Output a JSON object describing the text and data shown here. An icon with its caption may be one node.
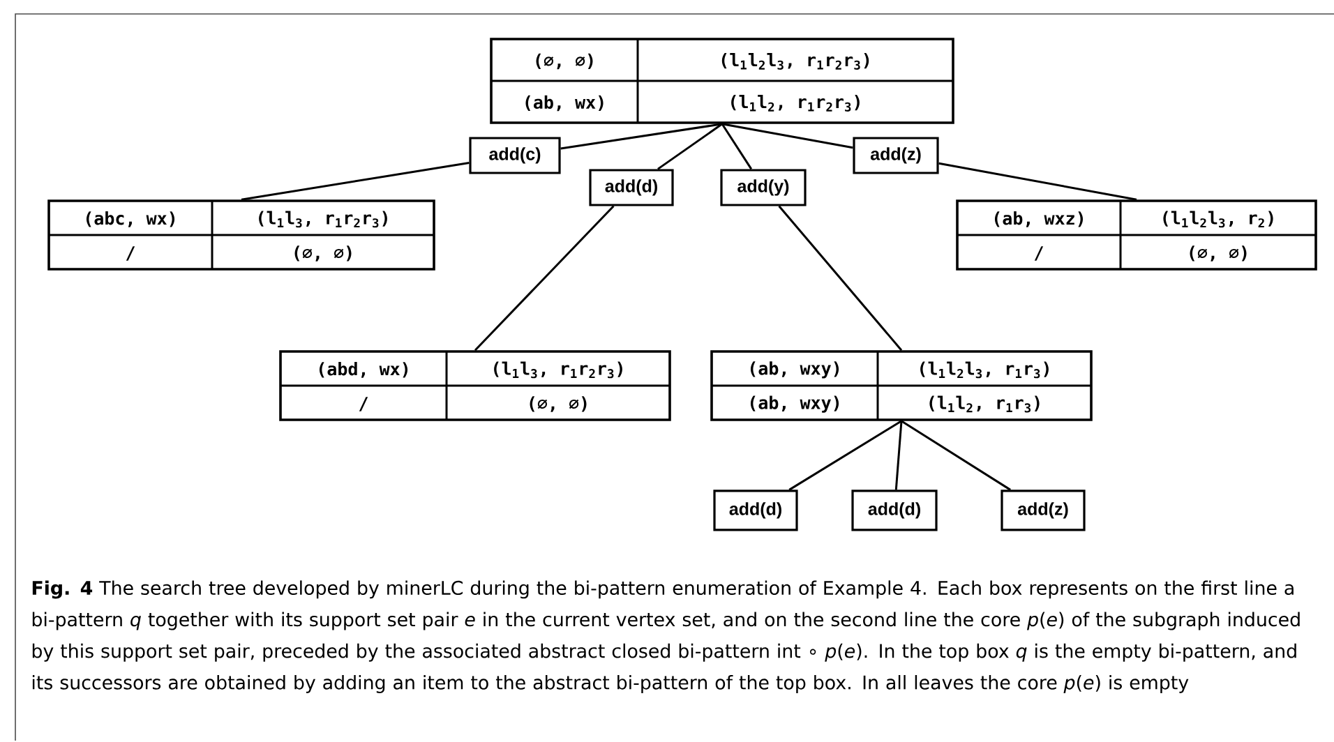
{
  "diagram": {
    "nodes": [
      {
        "text": [
          "(∅, ∅)",
          "(l$_{1}$l$_{2}$l$_{3}$, r$_{1}$r$_{2}$r$_{3}$)",
          "(ab, wx)",
          "(l$_{1}$l$_{2}$, r$_{1}$r$_{2}$r$_{3}$)"
        ]
      },
      {
        "text": [
          "add(c)"
        ]
      },
      {
        "text": [
          "(abc, wx)",
          "(l$_{1}$l$_{3}$, r$_{1}$r$_{2}$r$_{3}$)",
          "/",
          "(∅, ∅)"
        ]
      },
      {
        "text": [
          "add(d)"
        ]
      },
      {
        "text": [
          "add(y)"
        ]
      },
      {
        "text": [
          "add(z)"
        ]
      },
      {
        "text": [
          "(ab, wxz)",
          "(l$_{1}$l$_{2}$l$_{3}$, r$_{2}$)",
          "/",
          "(∅, ∅)"
        ]
      },
      {
        "text": [
          "(abd, wx)",
          "(l$_{1}$l$_{3}$, r$_{1}$r$_{2}$r$_{3}$)",
          "/",
          "(∅, ∅)"
        ]
      },
      {
        "text": [
          "(ab, wxy)",
          "(l$_{1}$l$_{2}$l$_{3}$, r$_{1}$r$_{3}$)",
          "(ab, wxy)",
          "(l$_{1}$l$_{2}$, r$_{1}$r$_{3}$)"
        ]
      },
      {
        "text": [
          "add(d)"
        ]
      },
      {
        "text": [
          "add(d)"
        ]
      },
      {
        "text": [
          "add(z)"
        ]
      }
    ],
    "edges": [
      {
        "from": 0,
        "to": 1,
        "arrow": "none"
      },
      {
        "from": 1,
        "to": 2,
        "arrow": "none"
      },
      {
        "from": 0,
        "to": 3,
        "arrow": "none"
      },
      {
        "from": 3,
        "to": 7,
        "arrow": "none"
      },
      {
        "from": 0,
        "to": 4,
        "arrow": "none"
      },
      {
        "from": 4,
        "to": 8,
        "arrow": "none"
      },
      {
        "from": 0,
        "to": 5,
        "arrow": "none"
      },
      {
        "from": 5,
        "to": 6,
        "arrow": "none"
      },
      {
        "from": 8,
        "to": 9,
        "arrow": "none"
      },
      {
        "from": 8,
        "to": 10,
        "arrow": "none"
      },
      {
        "from": 8,
        "to": 11,
        "arrow": "none"
      }
    ],
    "caption": "**Fig. 4** The search tree developed by minerLC during the bi-pattern enumeration of Example 4. Each box represents on the first line a bi-pattern *q* together with its support set pair *e* in the current vertex set, and on the second line the core *p*(*e*) of the subgraph induced by this support set pair, preceded by the associated abstract closed bi-pattern int ∘ *p*(*e*). In the top box *q* is the empty bi-pattern, and its successors are obtained by adding an item to the abstract bi-pattern of the top box. In all leaves the core *p*(*e*) is empty"
  }
}
